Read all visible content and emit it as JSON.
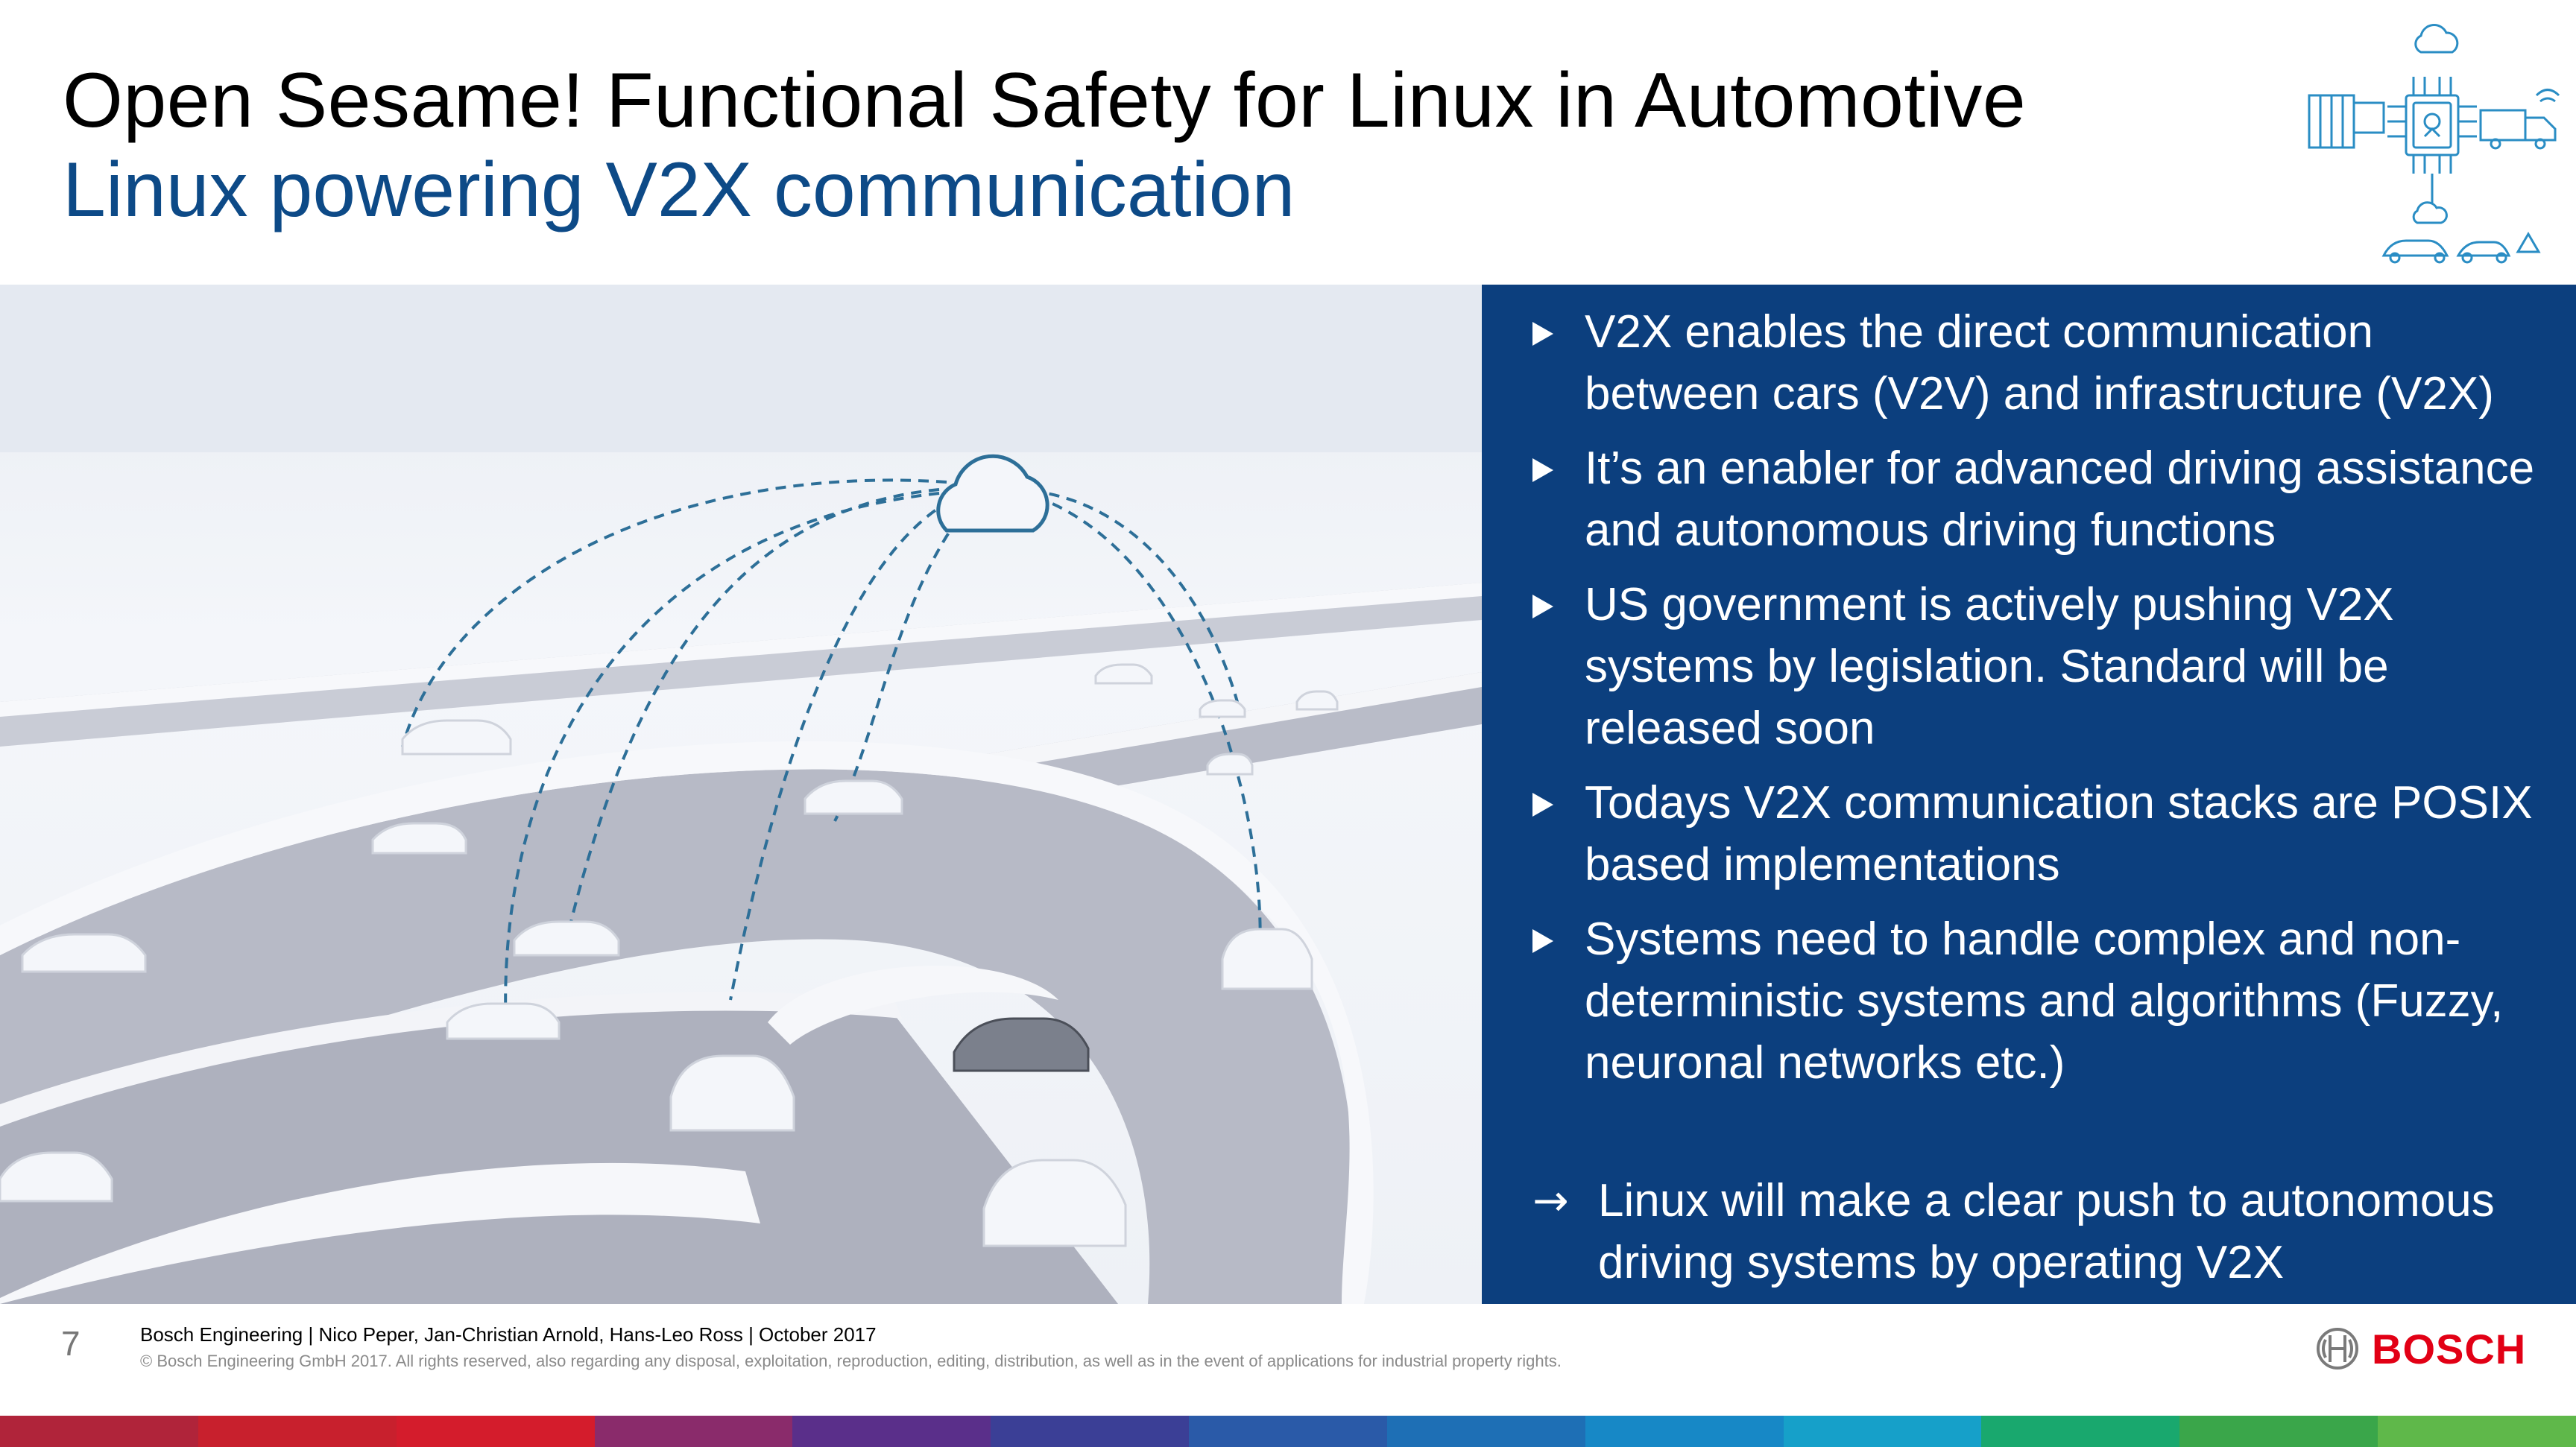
{
  "header": {
    "title": "Open Sesame! Functional Safety for Linux in Automotive",
    "subtitle": "Linux powering V2X communication"
  },
  "panel": {
    "bullets": [
      "V2X enables the direct communication between cars (V2V) and infrastructure  (V2X)",
      "It’s an enabler for advanced driving assistance and autonomous  driving functions",
      "US government  is actively pushing  V2X systems by legislation.  Standard will be released soon",
      "Todays V2X communication  stacks are POSIX based implementations",
      "Systems need to handle complex and non-deterministic  systems and algorithms  (Fuzzy, neuronal  networks etc.)"
    ],
    "conclusion_arrow": "→",
    "conclusion": "Linux will make a clear push to autonomous driving  systems by operating  V2X",
    "background_color": "#0c3f7e"
  },
  "footer": {
    "page_number": "7",
    "authors": "Bosch Engineering | Nico Peper, Jan-Christian Arnold, Hans-Leo Ross | October 2017",
    "copyright": "© Bosch Engineering GmbH 2017. All rights reserved, also regarding any disposal, exploitation, reproduction, editing, distribution, as well as in the event of applications for industrial property rights.",
    "brand": "BOSCH",
    "brand_color": "#e20015"
  },
  "icons": [
    "connected-car-icon",
    "cloud-icon",
    "bosch-armature-icon",
    "bullet-triangle-icon"
  ],
  "stripe_colors": [
    "#b0243a",
    "#c8202d",
    "#d41c2c",
    "#8a2b6b",
    "#5a2f8a",
    "#3b3f96",
    "#2a5aa8",
    "#1e6fb5",
    "#1788c6",
    "#16a0c9",
    "#19a86e",
    "#3aa64a",
    "#5fb84a"
  ]
}
